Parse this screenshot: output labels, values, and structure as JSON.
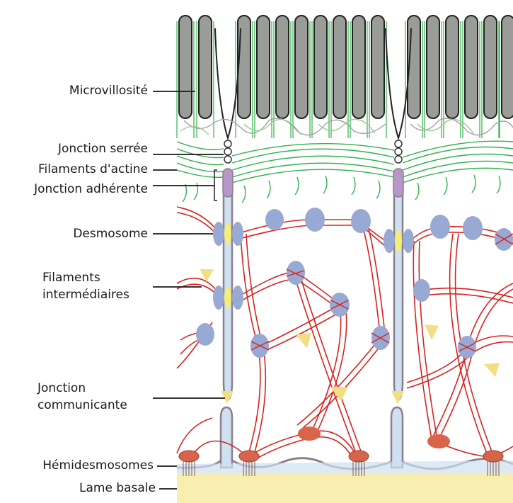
{
  "labels": {
    "microvillosite": "Microvillosité",
    "jonction_serree": "Jonction serrée",
    "filaments_actine": "Filaments d'actine",
    "jonction_adherente": "Jonction adhérente",
    "desmosome": "Desmosome",
    "filaments_intermediaires_1": "Filaments",
    "filaments_intermediaires_2": "intermédiaires",
    "jonction_communicante_1": "Jonction",
    "jonction_communicante_2": "communicante",
    "hemidesmosomes": "Hémidesmosomes",
    "lame_basale": "Lame basale"
  },
  "colors": {
    "microvillus_fill": "#9a9c98",
    "microvillus_stroke": "#222222",
    "actin": "#2fb24a",
    "actin_light": "#8fd08a",
    "cytoskeleton_grey": "#a99aaa",
    "keratin": "#d6231f",
    "desmosome_plaque": "#98a9d4",
    "desmosome_core": "#f4ee78",
    "membrane": "#8b7f8b",
    "membrane_fill": "#cfe0f0",
    "basal_lamina": "#f8eeb0",
    "hemidesmosome": "#d8644a",
    "gap_junction": "#f2df84",
    "tight_junction": "#ffffff",
    "adherens": "#b797c8"
  }
}
